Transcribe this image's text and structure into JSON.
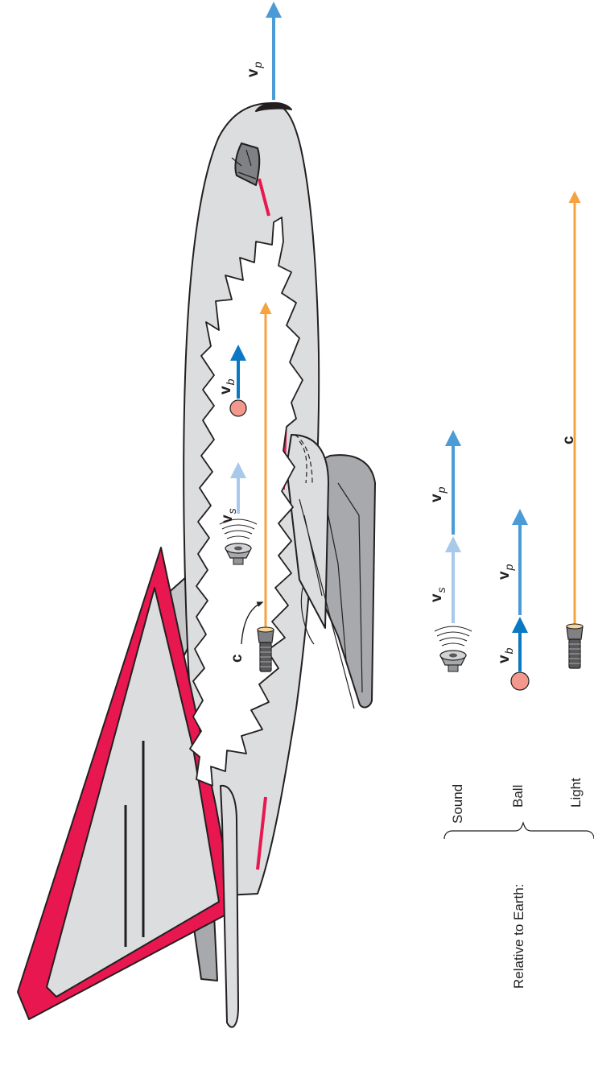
{
  "labels": {
    "v": "v",
    "sub_p": "p",
    "sub_b": "b",
    "sub_s": "s",
    "c": "c",
    "relative_to_earth": "Relative to Earth:",
    "sound": "Sound",
    "ball": "Ball",
    "light": "Light"
  },
  "colors": {
    "plane_vector": "#4a9bd6",
    "ball_vector": "#0a78c2",
    "sound_vector": "#a9c9ea",
    "light_vector": "#f5a340",
    "ball": "#f4988d",
    "fuselage": "#dcdddf",
    "stripe": "#e8174f",
    "outline": "#231f20"
  },
  "icons": [
    "airplane-illustration",
    "speaker-icon",
    "flashlight-icon",
    "ball-icon"
  ]
}
